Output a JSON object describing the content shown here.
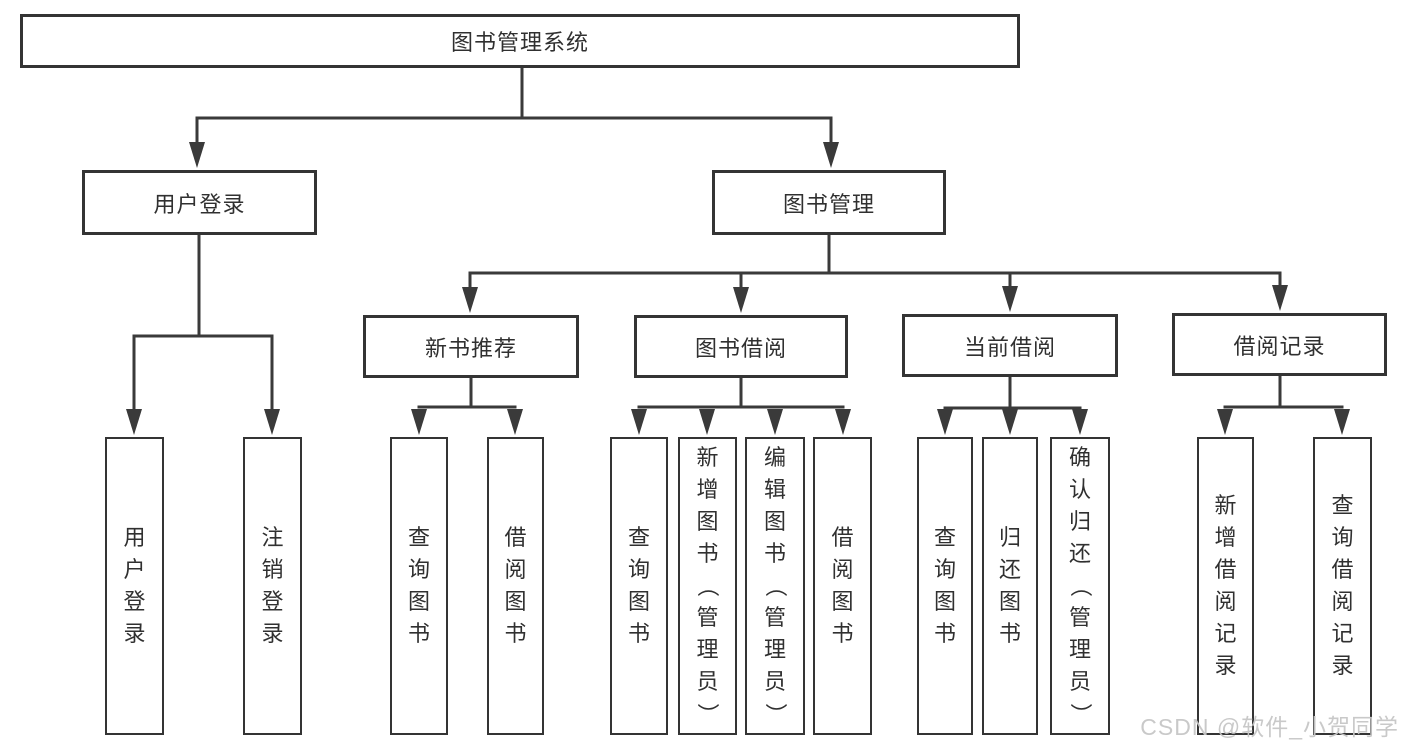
{
  "tree": {
    "label": "图书管理系统",
    "children": [
      {
        "label": "用户登录",
        "children": [
          {
            "label": "用户登录"
          },
          {
            "label": "注销登录"
          }
        ]
      },
      {
        "label": "图书管理",
        "children": [
          {
            "label": "新书推荐",
            "children": [
              {
                "label": "查询图书"
              },
              {
                "label": "借阅图书"
              }
            ]
          },
          {
            "label": "图书借阅",
            "children": [
              {
                "label": "查询图书"
              },
              {
                "label": "新增图书（管理员）"
              },
              {
                "label": "编辑图书（管理员）"
              },
              {
                "label": "借阅图书"
              }
            ]
          },
          {
            "label": "当前借阅",
            "children": [
              {
                "label": "查询图书"
              },
              {
                "label": "归还图书"
              },
              {
                "label": "确认归还（管理员）"
              }
            ]
          },
          {
            "label": "借阅记录",
            "children": [
              {
                "label": "新增借阅记录"
              },
              {
                "label": "查询借阅记录"
              }
            ]
          }
        ]
      }
    ]
  },
  "watermark": {
    "text": "CSDN @软件_小贺同学"
  },
  "colors": {
    "line": "#3a3a3a",
    "border": "#343434",
    "text": "#303030",
    "background": "#ffffff",
    "watermark": "#c6c6c6"
  }
}
